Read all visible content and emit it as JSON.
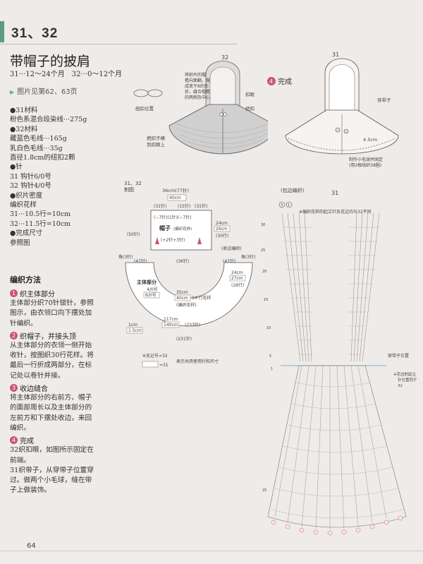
{
  "header": {
    "pattern_no": "31、32"
  },
  "title": "带帽子的披肩",
  "sizes": "31···12～24个月　32···0～12个月",
  "see_pics": "图片见第62、63页",
  "materials": [
    "●31材料",
    "粉色系混合段染线···275g",
    "●32材料",
    "藏蓝色毛线···165g",
    "乳白色毛线···35g",
    "直径1.8cm的纽扣2颗",
    "●针",
    "31 钩针6/0号",
    "32 钩针4/0号",
    "●织片密度",
    "编织花样",
    "31···10.5行=10cm",
    "32···11.5行=10cm",
    "●完成尺寸",
    "参照图"
  ],
  "method": {
    "title": "编织方法",
    "steps": [
      {
        "num": "1",
        "head": "织主体部分",
        "lines": [
          "主体部分织70针锁针，参照",
          "图示，由衣领口向下摆处加",
          "针编织。"
        ]
      },
      {
        "num": "2",
        "head": "织帽子，并接头顶",
        "lines": [
          "从主体部分的衣领一侧开始",
          "收针，按图织30行花样。将",
          "最后一行折成两部分，在标",
          "记处以卷针并接。"
        ]
      },
      {
        "num": "3",
        "head": "收边缝合",
        "lines": [
          "将主体部分的右前方、帽子",
          "的面部周长以及主体部分的",
          "左前方和下摆处收边，来回",
          "编织。"
        ]
      },
      {
        "num": "4",
        "head": "完成",
        "lines": [
          "32织扣眼，如图所示固定在",
          "前端。",
          "31织带子，从穿带子位置穿",
          "过。做两个小毛球，缝在带",
          "子上做装饰。"
        ]
      }
    ]
  },
  "diagram32": {
    "label": "32",
    "note": [
      "将织片的帽",
      "檐向面翻，做",
      "成宽于8的形",
      "状，缝合帽檐",
      "的两侧及中心"
    ],
    "button_pos": "纽扣位置",
    "buttonhole": "扣眼",
    "button": "纽扣",
    "fold_note": [
      "把扣子横",
      "到扣眼上"
    ]
  },
  "diagram31": {
    "label": "31",
    "finish_num": "4",
    "finish": "完成",
    "strap": "穿带子",
    "dim": "4.5cm",
    "pompom": [
      "制作小毛球并固定",
      "(用2根线织38圈)"
    ]
  },
  "schematic": {
    "label": [
      "31、32",
      "制图"
    ],
    "top_width": "36cm(77针)",
    "top_width_32": "40cm",
    "stitch_a": "(31针)",
    "stitch_b": "(15针)",
    "stitch_c": "(31针)",
    "dec": "(−7针)(1针)(−7针)",
    "hood": "帽子",
    "hood_pattern": "(编织花样)",
    "hood_inc": "(+2针+3针)",
    "hood_h": "(50针)",
    "side_h_31": "24cm",
    "side_h_32": "26cm",
    "side_h_stitch": "(30行)",
    "collar": "(收边编织)",
    "horn_left": "角(3针)",
    "horn_right": "角(3针)",
    "edge_47_a": "(47针)",
    "edge_47_b": "(47针)",
    "edge_36": "(36针)",
    "body": "主体部分",
    "body_hook": "4/0号",
    "body_hook2": "6/0号",
    "body_h_31": "35cm",
    "body_h_32": "40cm",
    "body_rows": "14·行花样",
    "body_pattern": "(编织花样)",
    "right_31": "24cm",
    "right_32": "27cm",
    "right_rows": "(28行)",
    "bottom_31": "117cm",
    "bottom_32": "140cm",
    "bottom_stitch": "(233针)",
    "bottom_stitch_2": "(231针)",
    "edge_31": "1cm",
    "edge_32": "1.5cm",
    "note_prefix": "※无记号=32",
    "note_box": "=31",
    "note_text": "表示共用使用针和尺寸"
  },
  "crochet": {
    "label_top": "(包边编织)",
    "label": "31",
    "note": "※编织花样的起立针及花边均与32不同",
    "strap_label": "穿带子位置",
    "edge_note": [
      "※花边的起立",
      "针位置同于",
      "32"
    ],
    "row_markers": [
      "30",
      "25",
      "20",
      "15",
      "10",
      "5",
      "1",
      "25"
    ],
    "top_circle_a": "3",
    "top_circle_b": "1"
  },
  "page_no": "64"
}
